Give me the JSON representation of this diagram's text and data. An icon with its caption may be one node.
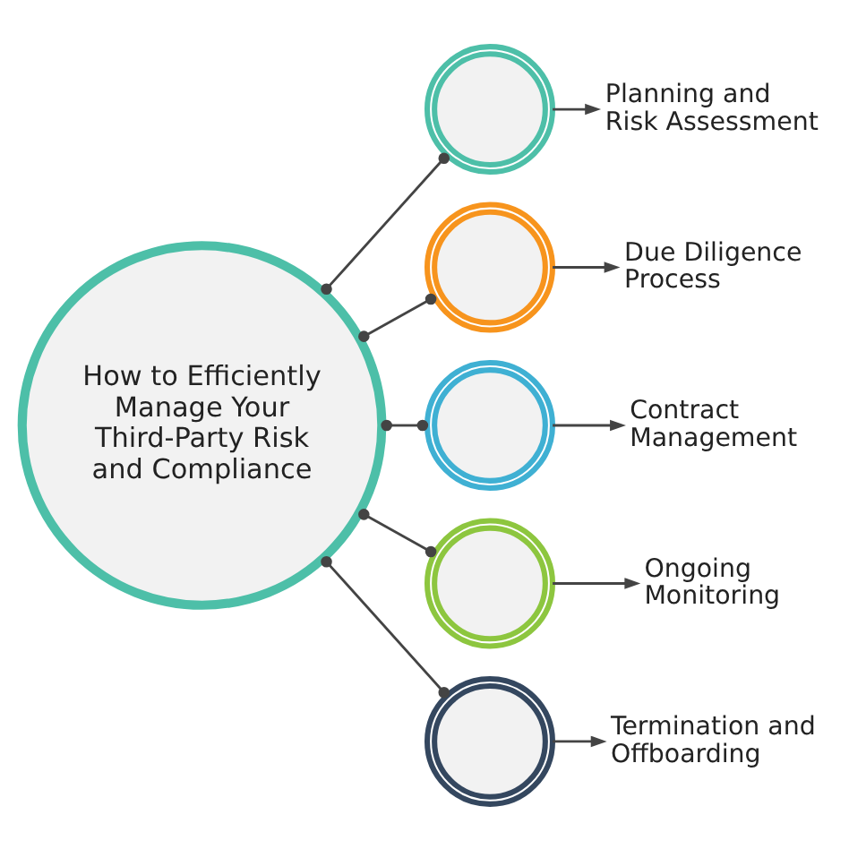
{
  "diagram": {
    "nodes": [
      {
        "text": [
          "How to Efficiently Manage Your Third-Party Risk and Compliance"
        ]
      },
      {
        "text": [],
        "shape": "circle"
      },
      {
        "text": [
          "Planning and Risk Assessment"
        ]
      },
      {
        "text": [],
        "shape": "circle"
      },
      {
        "text": [
          "Due Diligence Process"
        ]
      },
      {
        "text": [],
        "shape": "circle"
      },
      {
        "text": [
          "Contract Management"
        ]
      },
      {
        "text": [],
        "shape": "circle"
      },
      {
        "text": [
          "Ongoing Monitoring"
        ]
      },
      {
        "text": [],
        "shape": "circle"
      },
      {
        "text": [
          "Termination and Offboarding"
        ]
      }
    ],
    "edges": [
      {
        "from": 0,
        "to": 1,
        "arrow": "other"
      },
      {
        "from": 1,
        "to": 2,
        "arrow": "to"
      },
      {
        "from": 0,
        "to": 3,
        "arrow": "other"
      },
      {
        "from": 3,
        "to": 4,
        "arrow": "to"
      },
      {
        "from": 0,
        "to": 5,
        "arrow": "other"
      },
      {
        "from": 5,
        "to": 6,
        "arrow": "to"
      },
      {
        "from": 0,
        "to": 7,
        "arrow": "other"
      },
      {
        "from": 7,
        "to": 8,
        "arrow": "to"
      },
      {
        "from": 0,
        "to": 9,
        "arrow": "other"
      },
      {
        "from": 9,
        "to": 10,
        "arrow": "to"
      }
    ]
  }
}
